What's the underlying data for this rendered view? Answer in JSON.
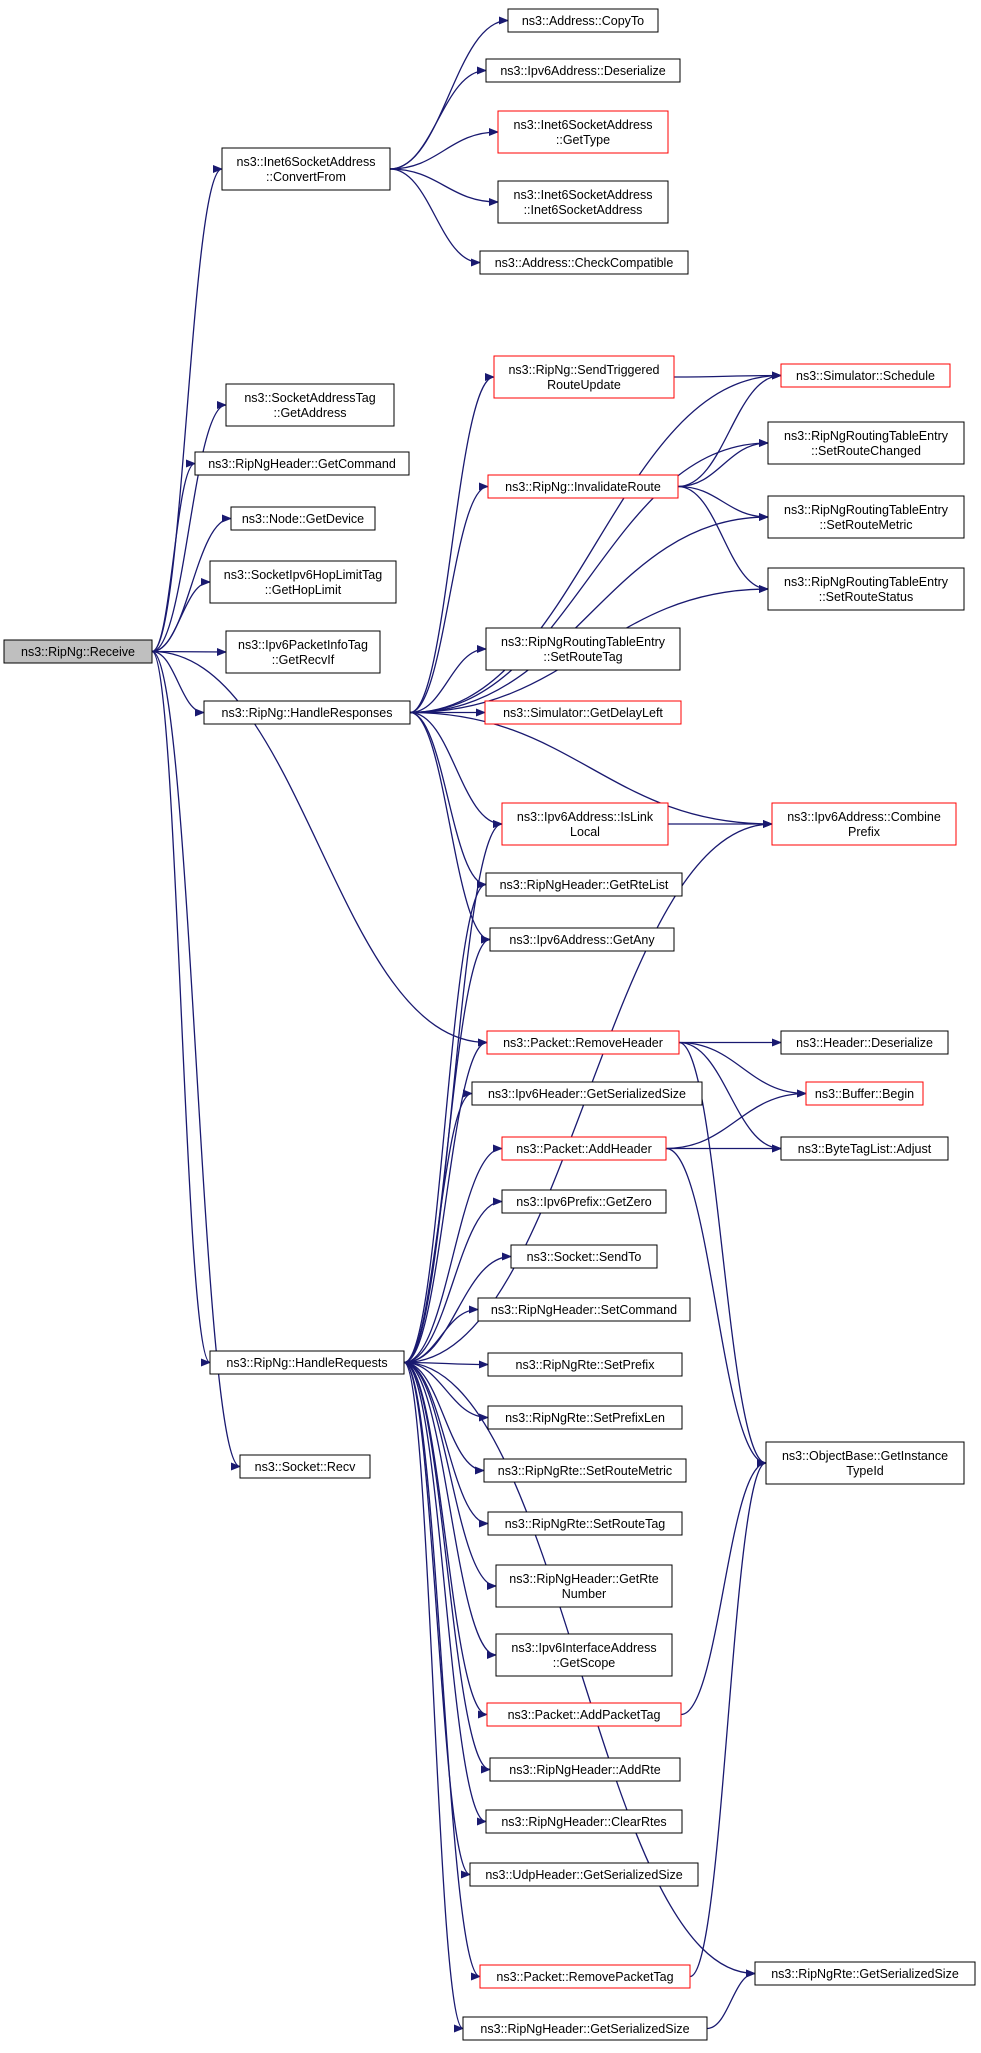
{
  "colors": {
    "edge": "#191970",
    "truncated_border": "#ff0000",
    "normal_border": "#000000",
    "focus_fill": "#bfbfbf"
  },
  "nodes": [
    {
      "id": "receive",
      "lines": [
        "ns3::RipNg::Receive"
      ],
      "style": "focus"
    },
    {
      "id": "convertfrom",
      "lines": [
        "ns3::Inet6SocketAddress",
        "::ConvertFrom"
      ],
      "style": "normal"
    },
    {
      "id": "copyto",
      "lines": [
        "ns3::Address::CopyTo"
      ],
      "style": "normal"
    },
    {
      "id": "ipv6deser",
      "lines": [
        "ns3::Ipv6Address::Deserialize"
      ],
      "style": "normal"
    },
    {
      "id": "gettype",
      "lines": [
        "ns3::Inet6SocketAddress",
        "::GetType"
      ],
      "style": "truncated"
    },
    {
      "id": "inet6ctor",
      "lines": [
        "ns3::Inet6SocketAddress",
        "::Inet6SocketAddress"
      ],
      "style": "normal"
    },
    {
      "id": "checkcompat",
      "lines": [
        "ns3::Address::CheckCompatible"
      ],
      "style": "normal"
    },
    {
      "id": "satgetaddr",
      "lines": [
        "ns3::SocketAddressTag",
        "::GetAddress"
      ],
      "style": "normal"
    },
    {
      "id": "getcommand",
      "lines": [
        "ns3::RipNgHeader::GetCommand"
      ],
      "style": "normal"
    },
    {
      "id": "getdevice",
      "lines": [
        "ns3::Node::GetDevice"
      ],
      "style": "normal"
    },
    {
      "id": "gethoplimit",
      "lines": [
        "ns3::SocketIpv6HopLimitTag",
        "::GetHopLimit"
      ],
      "style": "normal"
    },
    {
      "id": "getrecvif",
      "lines": [
        "ns3::Ipv6PacketInfoTag",
        "::GetRecvIf"
      ],
      "style": "normal"
    },
    {
      "id": "handleresp",
      "lines": [
        "ns3::RipNg::HandleResponses"
      ],
      "style": "normal"
    },
    {
      "id": "sendtrig",
      "lines": [
        "ns3::RipNg::SendTriggered",
        "RouteUpdate"
      ],
      "style": "truncated"
    },
    {
      "id": "schedule",
      "lines": [
        "ns3::Simulator::Schedule"
      ],
      "style": "truncated"
    },
    {
      "id": "setroutechanged",
      "lines": [
        "ns3::RipNgRoutingTableEntry",
        "::SetRouteChanged"
      ],
      "style": "normal"
    },
    {
      "id": "invalidate",
      "lines": [
        "ns3::RipNg::InvalidateRoute"
      ],
      "style": "truncated"
    },
    {
      "id": "setroutemetric_e",
      "lines": [
        "ns3::RipNgRoutingTableEntry",
        "::SetRouteMetric"
      ],
      "style": "normal"
    },
    {
      "id": "setroutestatus",
      "lines": [
        "ns3::RipNgRoutingTableEntry",
        "::SetRouteStatus"
      ],
      "style": "normal"
    },
    {
      "id": "setroutetag_e",
      "lines": [
        "ns3::RipNgRoutingTableEntry",
        "::SetRouteTag"
      ],
      "style": "normal"
    },
    {
      "id": "getdelayleft",
      "lines": [
        "ns3::Simulator::GetDelayLeft"
      ],
      "style": "truncated"
    },
    {
      "id": "islinklocal",
      "lines": [
        "ns3::Ipv6Address::IsLink",
        "Local"
      ],
      "style": "truncated"
    },
    {
      "id": "combineprefix",
      "lines": [
        "ns3::Ipv6Address::Combine",
        "Prefix"
      ],
      "style": "truncated"
    },
    {
      "id": "getrtelist",
      "lines": [
        "ns3::RipNgHeader::GetRteList"
      ],
      "style": "normal"
    },
    {
      "id": "getany",
      "lines": [
        "ns3::Ipv6Address::GetAny"
      ],
      "style": "normal"
    },
    {
      "id": "removeheader",
      "lines": [
        "ns3::Packet::RemoveHeader"
      ],
      "style": "truncated"
    },
    {
      "id": "headerdeser",
      "lines": [
        "ns3::Header::Deserialize"
      ],
      "style": "normal"
    },
    {
      "id": "bufferbegin",
      "lines": [
        "ns3::Buffer::Begin"
      ],
      "style": "truncated"
    },
    {
      "id": "ipv6hdrsize",
      "lines": [
        "ns3::Ipv6Header::GetSerializedSize"
      ],
      "style": "normal"
    },
    {
      "id": "addheader",
      "lines": [
        "ns3::Packet::AddHeader"
      ],
      "style": "truncated"
    },
    {
      "id": "bytetagadjust",
      "lines": [
        "ns3::ByteTagList::Adjust"
      ],
      "style": "normal"
    },
    {
      "id": "getzero",
      "lines": [
        "ns3::Ipv6Prefix::GetZero"
      ],
      "style": "normal"
    },
    {
      "id": "sendto",
      "lines": [
        "ns3::Socket::SendTo"
      ],
      "style": "normal"
    },
    {
      "id": "setcommand",
      "lines": [
        "ns3::RipNgHeader::SetCommand"
      ],
      "style": "normal"
    },
    {
      "id": "handlereq",
      "lines": [
        "ns3::RipNg::HandleRequests"
      ],
      "style": "normal"
    },
    {
      "id": "setprefix",
      "lines": [
        "ns3::RipNgRte::SetPrefix"
      ],
      "style": "normal"
    },
    {
      "id": "setprefixlen",
      "lines": [
        "ns3::RipNgRte::SetPrefixLen"
      ],
      "style": "normal"
    },
    {
      "id": "recv",
      "lines": [
        "ns3::Socket::Recv"
      ],
      "style": "normal"
    },
    {
      "id": "gettypeid",
      "lines": [
        "ns3::ObjectBase::GetInstance",
        "TypeId"
      ],
      "style": "normal"
    },
    {
      "id": "rtesetroutemetric",
      "lines": [
        "ns3::RipNgRte::SetRouteMetric"
      ],
      "style": "normal"
    },
    {
      "id": "rtesetroutetag",
      "lines": [
        "ns3::RipNgRte::SetRouteTag"
      ],
      "style": "normal"
    },
    {
      "id": "getrtenumber",
      "lines": [
        "ns3::RipNgHeader::GetRte",
        "Number"
      ],
      "style": "normal"
    },
    {
      "id": "getscope",
      "lines": [
        "ns3::Ipv6InterfaceAddress",
        "::GetScope"
      ],
      "style": "normal"
    },
    {
      "id": "addpackettag",
      "lines": [
        "ns3::Packet::AddPacketTag"
      ],
      "style": "truncated"
    },
    {
      "id": "addrte",
      "lines": [
        "ns3::RipNgHeader::AddRte"
      ],
      "style": "normal"
    },
    {
      "id": "clearrtes",
      "lines": [
        "ns3::RipNgHeader::ClearRtes"
      ],
      "style": "normal"
    },
    {
      "id": "udpsize",
      "lines": [
        "ns3::UdpHeader::GetSerializedSize"
      ],
      "style": "normal"
    },
    {
      "id": "removepackettag",
      "lines": [
        "ns3::Packet::RemovePacketTag"
      ],
      "style": "truncated"
    },
    {
      "id": "rtesize",
      "lines": [
        "ns3::RipNgRte::GetSerializedSize"
      ],
      "style": "normal"
    },
    {
      "id": "ripnghdrsize",
      "lines": [
        "ns3::RipNgHeader::GetSerializedSize"
      ],
      "style": "normal"
    }
  ],
  "edges": [
    [
      "receive",
      "convertfrom"
    ],
    [
      "convertfrom",
      "copyto"
    ],
    [
      "convertfrom",
      "ipv6deser"
    ],
    [
      "convertfrom",
      "gettype"
    ],
    [
      "convertfrom",
      "inet6ctor"
    ],
    [
      "convertfrom",
      "checkcompat"
    ],
    [
      "receive",
      "satgetaddr"
    ],
    [
      "receive",
      "getcommand"
    ],
    [
      "receive",
      "getdevice"
    ],
    [
      "receive",
      "gethoplimit"
    ],
    [
      "receive",
      "getrecvif"
    ],
    [
      "receive",
      "handleresp"
    ],
    [
      "receive",
      "removeheader"
    ],
    [
      "receive",
      "handlereq"
    ],
    [
      "receive",
      "recv"
    ],
    [
      "handleresp",
      "sendtrig"
    ],
    [
      "handleresp",
      "schedule"
    ],
    [
      "handleresp",
      "setroutechanged"
    ],
    [
      "handleresp",
      "invalidate"
    ],
    [
      "handleresp",
      "setroutemetric_e"
    ],
    [
      "handleresp",
      "setroutestatus"
    ],
    [
      "handleresp",
      "setroutetag_e"
    ],
    [
      "handleresp",
      "getdelayleft"
    ],
    [
      "handleresp",
      "islinklocal"
    ],
    [
      "handleresp",
      "combineprefix"
    ],
    [
      "handleresp",
      "getrtelist"
    ],
    [
      "handleresp",
      "getany"
    ],
    [
      "sendtrig",
      "schedule"
    ],
    [
      "invalidate",
      "schedule"
    ],
    [
      "invalidate",
      "setroutechanged"
    ],
    [
      "invalidate",
      "setroutemetric_e"
    ],
    [
      "invalidate",
      "setroutestatus"
    ],
    [
      "islinklocal",
      "combineprefix"
    ],
    [
      "removeheader",
      "headerdeser"
    ],
    [
      "removeheader",
      "bufferbegin"
    ],
    [
      "removeheader",
      "bytetagadjust"
    ],
    [
      "removeheader",
      "gettypeid"
    ],
    [
      "addheader",
      "bufferbegin"
    ],
    [
      "addheader",
      "bytetagadjust"
    ],
    [
      "addheader",
      "gettypeid"
    ],
    [
      "addpackettag",
      "gettypeid"
    ],
    [
      "removepackettag",
      "gettypeid"
    ],
    [
      "handlereq",
      "islinklocal"
    ],
    [
      "handlereq",
      "combineprefix"
    ],
    [
      "handlereq",
      "getrtelist"
    ],
    [
      "handlereq",
      "getany"
    ],
    [
      "handlereq",
      "removeheader"
    ],
    [
      "handlereq",
      "ipv6hdrsize"
    ],
    [
      "handlereq",
      "addheader"
    ],
    [
      "handlereq",
      "getzero"
    ],
    [
      "handlereq",
      "sendto"
    ],
    [
      "handlereq",
      "setcommand"
    ],
    [
      "handlereq",
      "setprefix"
    ],
    [
      "handlereq",
      "setprefixlen"
    ],
    [
      "handlereq",
      "rtesetroutemetric"
    ],
    [
      "handlereq",
      "rtesetroutetag"
    ],
    [
      "handlereq",
      "getrtenumber"
    ],
    [
      "handlereq",
      "getscope"
    ],
    [
      "handlereq",
      "addpackettag"
    ],
    [
      "handlereq",
      "addrte"
    ],
    [
      "handlereq",
      "clearrtes"
    ],
    [
      "handlereq",
      "udpsize"
    ],
    [
      "handlereq",
      "removepackettag"
    ],
    [
      "handlereq",
      "rtesize"
    ],
    [
      "handlereq",
      "ripnghdrsize"
    ],
    [
      "ripnghdrsize",
      "rtesize"
    ]
  ]
}
